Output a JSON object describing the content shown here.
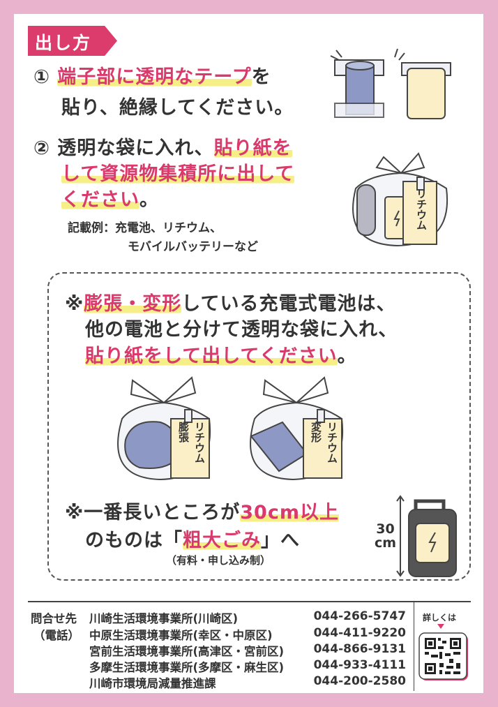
{
  "section_tag": "出し方",
  "step1": {
    "num": "①",
    "highlight": "端子部に透明なテープ",
    "rest1": "を",
    "line2": "貼り、絶縁してください。"
  },
  "step2": {
    "num": "②",
    "plain": "透明な袋に入れ、",
    "hl1": "貼り紙を",
    "hl2": "して資源物集積所に出して",
    "hl3": "ください",
    "end": "。"
  },
  "example": {
    "label": "記載例：",
    "line1": "充電池、リチウム、",
    "line2": "モバイルバッテリーなど"
  },
  "warning": {
    "mark": "※",
    "hl": "膨張・変形",
    "rest": "している充電式電池は、",
    "line2": "他の電池と分けて透明な袋に入れ、",
    "line3_hl": "貼り紙をして出してください",
    "line3_end": "。"
  },
  "bag_labels": [
    {
      "tag": "リチウム",
      "note": "膨張"
    },
    {
      "tag": "リチウム",
      "note": "変形"
    }
  ],
  "sheet_label": "リチウム",
  "size_note": {
    "mark": "※",
    "pre": "一番長いところが",
    "hl": "30cm以上",
    "line2_pre": "のものは「",
    "line2_hl": "粗大ごみ",
    "line2_post": "」へ",
    "sub": "（有料・申し込み制）"
  },
  "dimension": {
    "value": "30",
    "unit": "cm"
  },
  "contacts": {
    "label1": "問合せ先",
    "label2": "（電話）",
    "rows": [
      {
        "name": "川崎生活環境事業所(川崎区)",
        "phone": "044-266-5747"
      },
      {
        "name": "中原生活環境事業所(幸区・中原区)",
        "phone": "044-411-9220"
      },
      {
        "name": "宮前生活環境事業所(高津区・宮前区)",
        "phone": "044-866-9131"
      },
      {
        "name": "多摩生活環境事業所(多摩区・麻生区)",
        "phone": "044-933-4111"
      },
      {
        "name": "川崎市環境局減量推進課",
        "phone": "044-200-2580"
      }
    ]
  },
  "qr": {
    "label": "詳しくは"
  },
  "colors": {
    "accent": "#dc3c6c",
    "highlight": "#f6ee86",
    "border": "#e9b3ce"
  }
}
